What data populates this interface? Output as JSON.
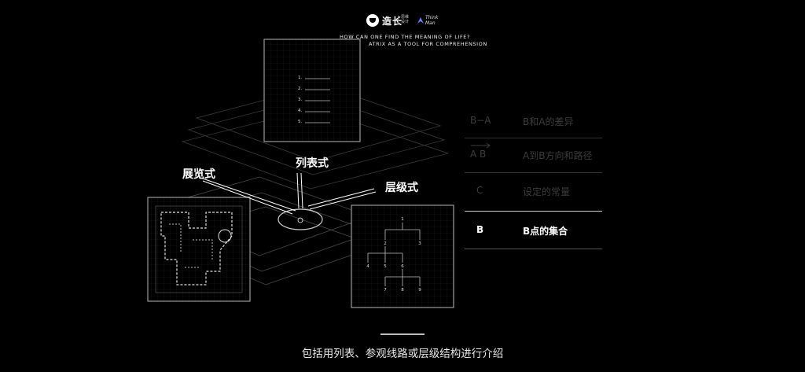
{
  "header": {
    "brand_name": "造长",
    "brand_sub": "思维 设计",
    "partner_name": "Think Man",
    "line1": "HOW CAN ONE FIND THE MEANING OF LIFE?",
    "line2": "ATRIX AS A TOOL FOR COMPREHENSION"
  },
  "diagram": {
    "labels": {
      "browse": "展览式",
      "list": "列表式",
      "hierarchy": "层级式"
    },
    "list_items": [
      "1.",
      "2.",
      "3.",
      "4.",
      "5."
    ],
    "tree_nodes": [
      "1",
      "2",
      "3",
      "4",
      "5",
      "6",
      "7",
      "8",
      "9"
    ]
  },
  "legend_table": {
    "rows": [
      {
        "symbol": "B−A",
        "desc": "B和A的差异",
        "active": false
      },
      {
        "symbol": "A B",
        "desc": "A到B方向和路径",
        "active": false,
        "arrow": true
      },
      {
        "symbol": "C",
        "desc": "设定的常量",
        "active": false
      },
      {
        "symbol": "B",
        "desc": "B点的集合",
        "active": true
      }
    ]
  },
  "caption": "包括用列表、参观线路或层级结构进行介绍",
  "colors": {
    "background": "#000000",
    "dim_text": "#3c3c3c",
    "active_text": "#ffffff",
    "panel_border": "#9a9a9a",
    "grid": "#1c1c1c"
  }
}
